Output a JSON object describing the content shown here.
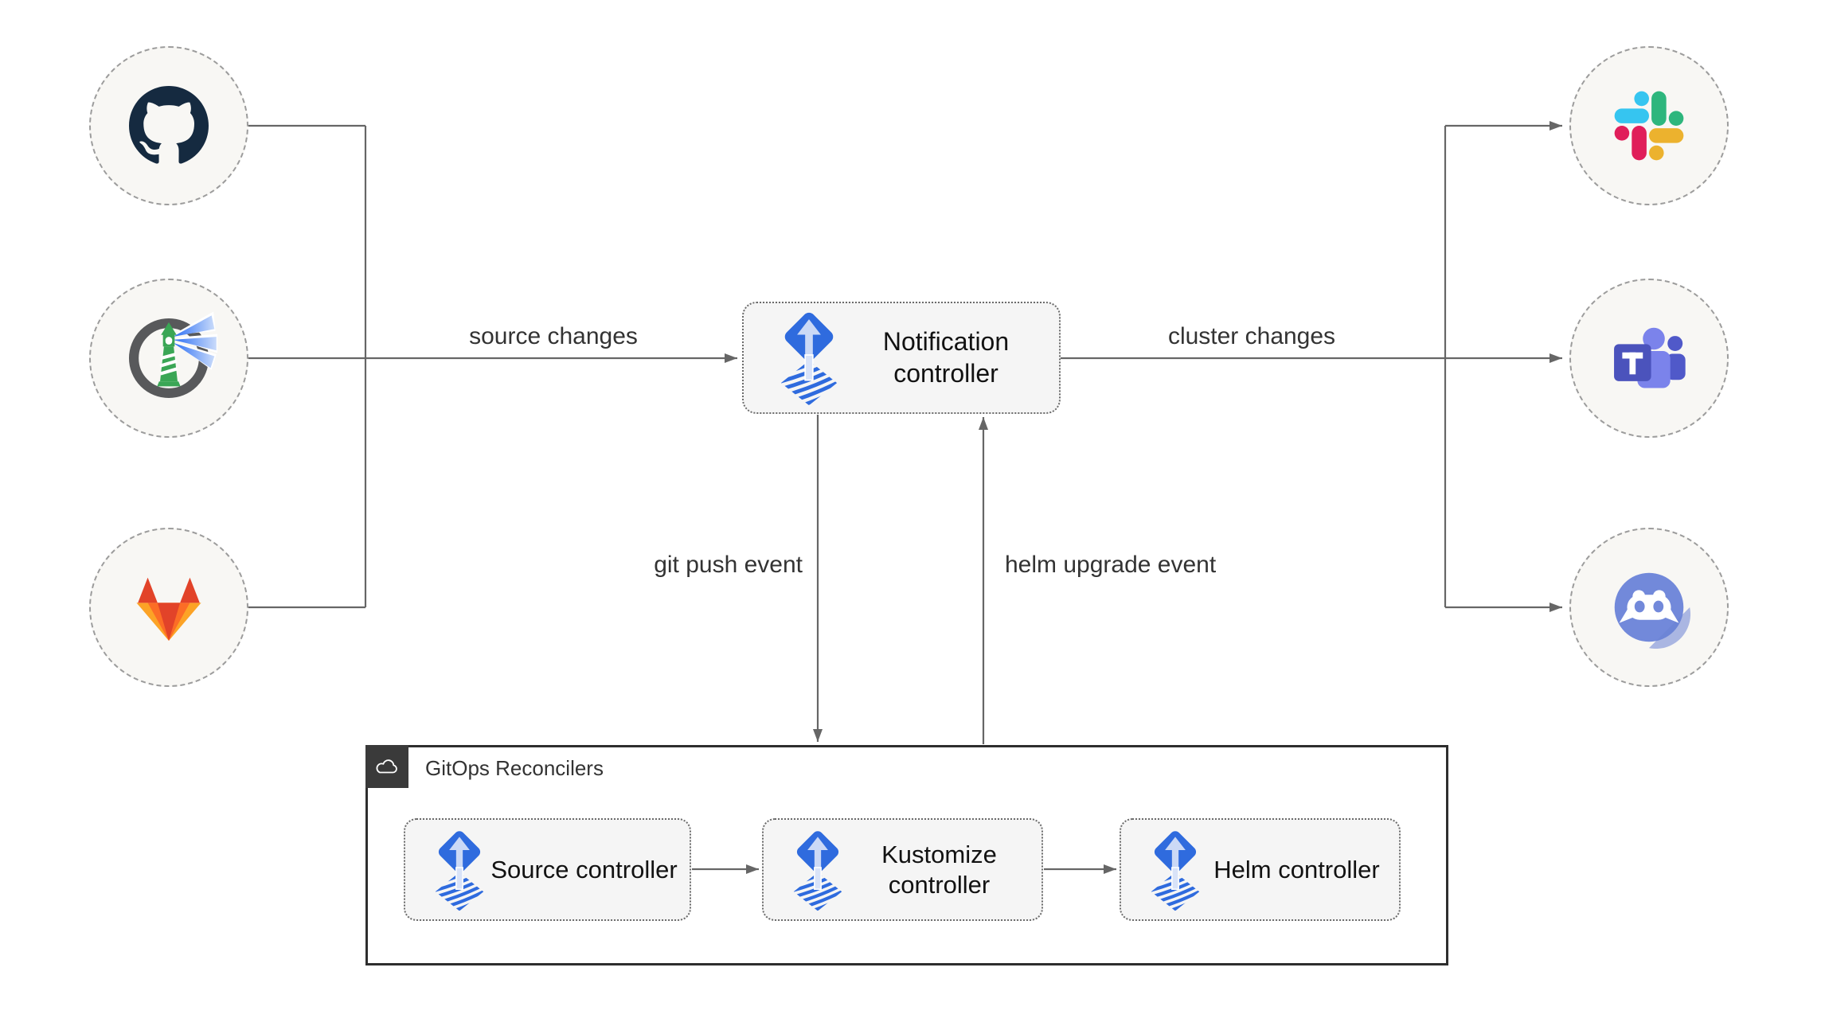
{
  "nodes": {
    "notification": {
      "label": "Notification controller",
      "icon": "flux-icon"
    },
    "source": {
      "label": "Source controller",
      "icon": "flux-icon"
    },
    "kustomize": {
      "label": "Kustomize controller",
      "icon": "flux-icon"
    },
    "helm": {
      "label": "Helm controller",
      "icon": "flux-icon"
    }
  },
  "group": {
    "title": "GitOps Reconcilers",
    "icon": "cloud-icon"
  },
  "edge_labels": {
    "source_changes": "source changes",
    "cluster_changes": "cluster changes",
    "git_push": "git push event",
    "helm_upgrade": "helm upgrade event"
  },
  "sources": [
    {
      "icon": "github-icon"
    },
    {
      "icon": "harbor-icon"
    },
    {
      "icon": "gitlab-icon"
    }
  ],
  "targets": [
    {
      "icon": "slack-icon"
    },
    {
      "icon": "teams-icon"
    },
    {
      "icon": "discord-icon"
    }
  ],
  "colors": {
    "flux_blue": "#2f6bde",
    "line_gray": "#666666",
    "node_fill": "#f5f5f5",
    "circle_fill": "#f8f7f4",
    "group_border": "#2e2e2e",
    "github_dark": "#152a40",
    "harbor_green": "#3aa655",
    "gitlab": [
      "#e24329",
      "#fc6d26",
      "#fca326"
    ],
    "slack": [
      "#36c5f0",
      "#2eb67d",
      "#ecb22e",
      "#e01e5a"
    ],
    "teams_purple": "#4b53bc",
    "discord_blurple": "#7289da"
  }
}
